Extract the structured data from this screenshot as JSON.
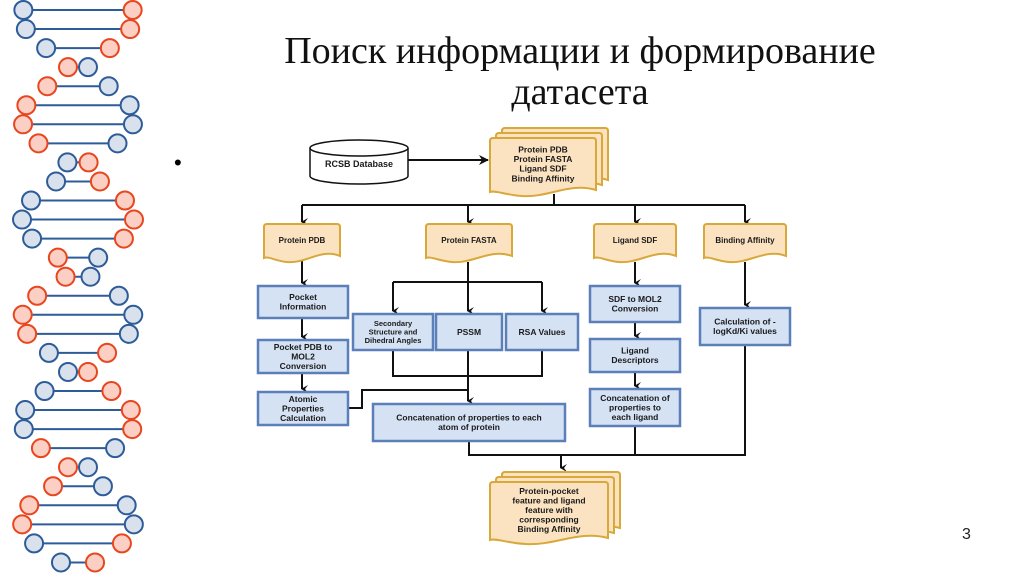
{
  "slide": {
    "title_line1": "Поиск информации и формирование",
    "title_line2": "датасета",
    "bullet": "•",
    "page_number": "3"
  },
  "colors": {
    "dna_blue_stroke": "#2e5c99",
    "dna_blue_fill": "#d8e1ec",
    "dna_red_stroke": "#e8461e",
    "dna_red_fill": "#fbcfc3",
    "doc_fill": "#fbe3c2",
    "doc_stroke": "#d8a93a",
    "process_fill": "#d4e2f4",
    "process_stroke": "#5b7fb8"
  },
  "flowchart": {
    "database": "RCSB  Database",
    "source_doc": [
      "Protein PDB",
      "Protein FASTA",
      "Ligand SDF",
      "Binding Affinity"
    ],
    "branches": {
      "protein_pdb": "Protein PDB",
      "protein_fasta": "Protein FASTA",
      "ligand_sdf": "Ligand SDF",
      "binding_affinity": "Binding Affinity"
    },
    "pdb_steps": {
      "pocket_info": [
        "Pocket",
        "Information"
      ],
      "pocket_conv": [
        "Pocket PDB to",
        "MOL2",
        "Conversion"
      ],
      "atomic_props": [
        "Atomic",
        "Properties",
        "Calculation"
      ]
    },
    "fasta_steps": {
      "secondary": [
        "Secondary",
        "Structure and",
        "Dihedral Angles"
      ],
      "pssm": [
        "PSSM"
      ],
      "rsa": [
        "RSA Values"
      ],
      "concat_protein": [
        "Concatenation of properties to each",
        "atom of protein"
      ]
    },
    "ligand_steps": {
      "sdf_conv": [
        "SDF to MOL2",
        "Conversion"
      ],
      "descriptors": [
        "Ligand",
        "Descriptors"
      ],
      "concat_ligand": [
        "Concatenation of",
        "properties to",
        "each ligand"
      ]
    },
    "affinity_steps": {
      "calc": [
        "Calculation of -",
        "logKd/Ki values"
      ]
    },
    "output_doc": [
      "Protein-pocket",
      "feature and ligand",
      "feature with",
      "corresponding",
      "Binding Affinity"
    ]
  }
}
